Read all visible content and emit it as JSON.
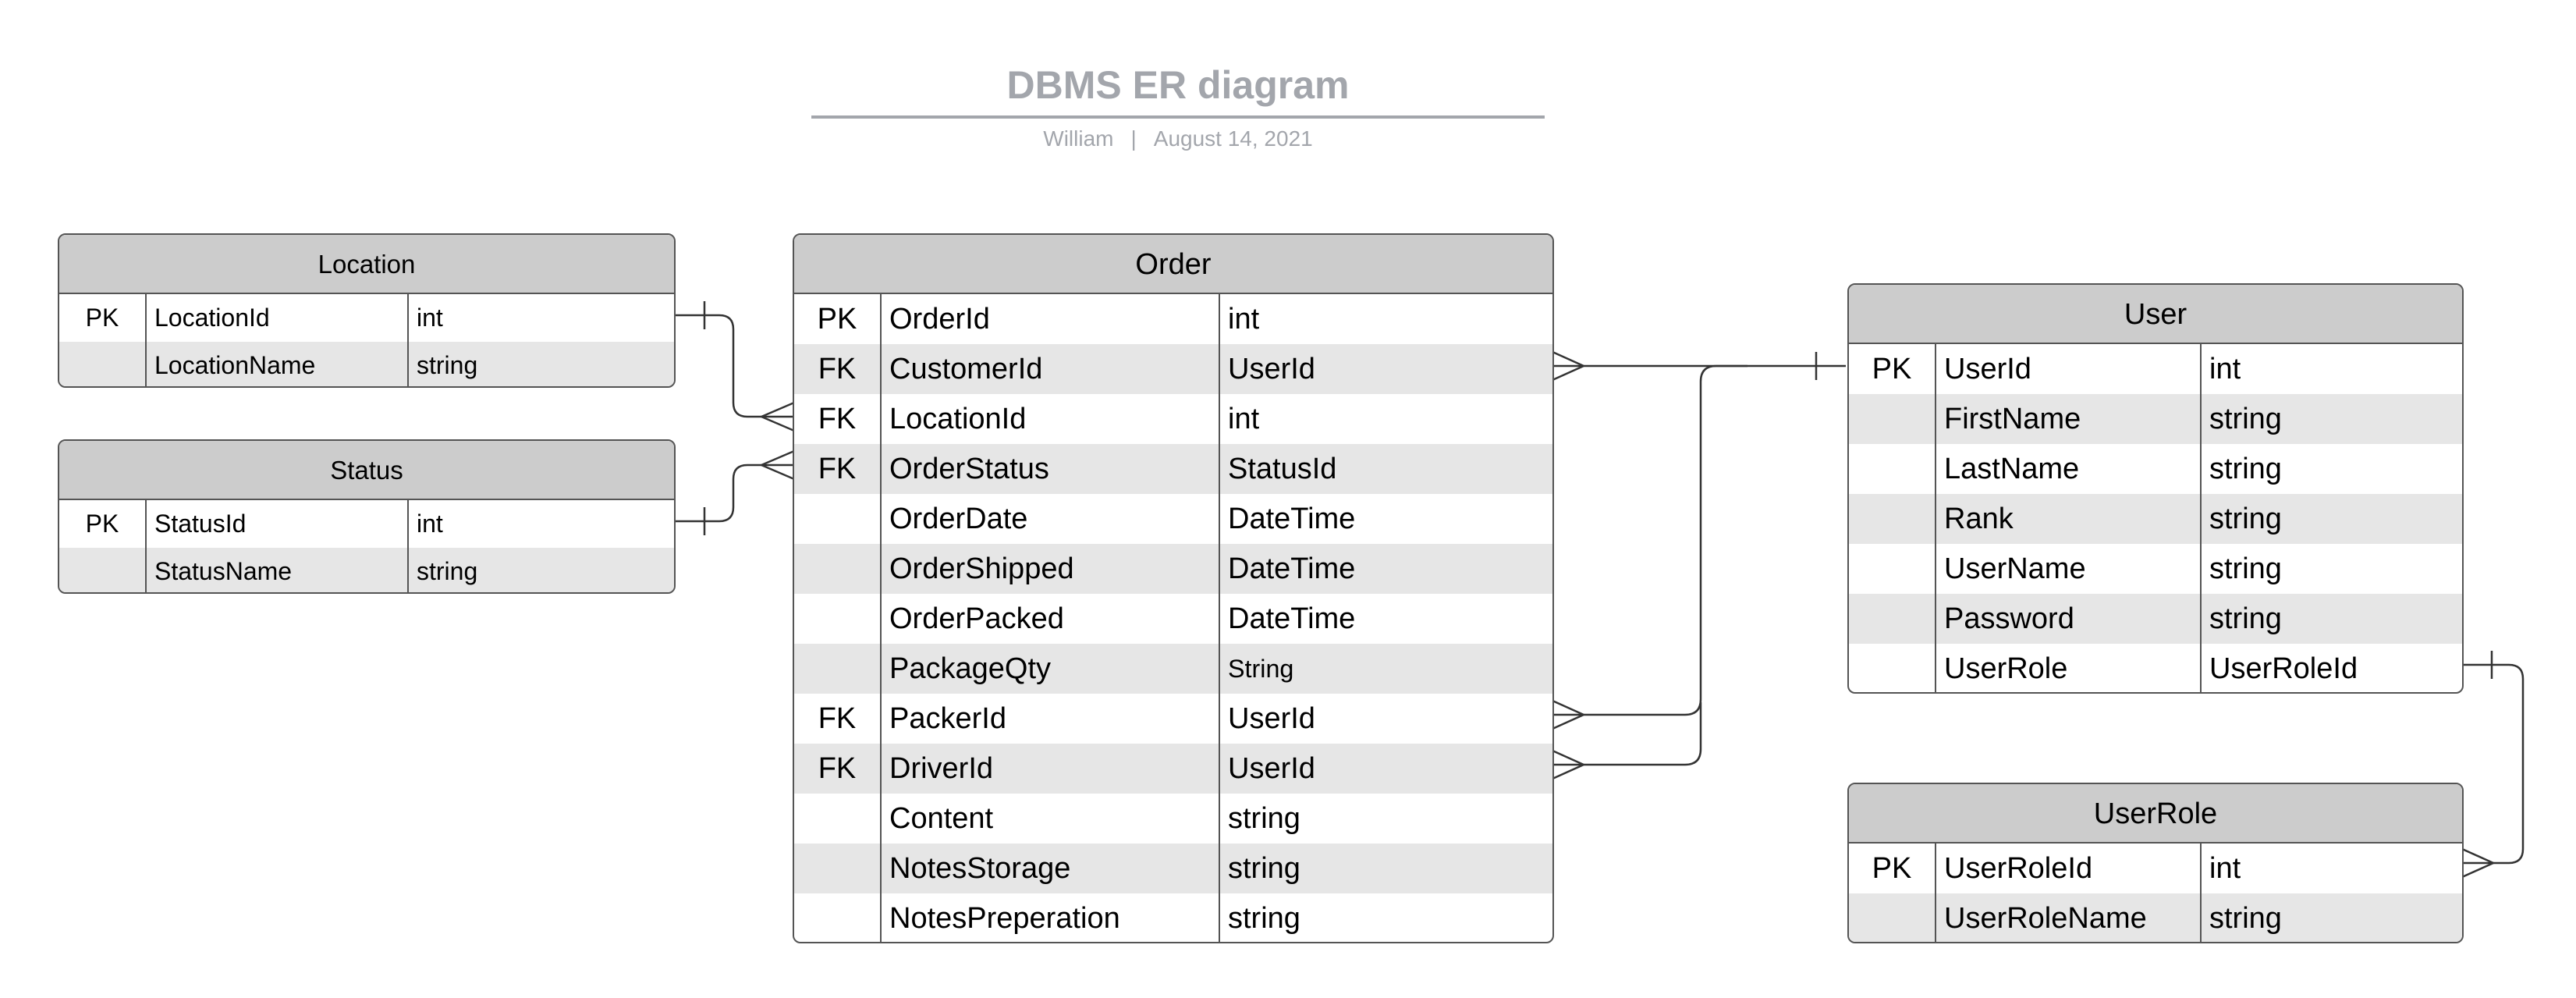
{
  "header": {
    "title": "DBMS ER diagram",
    "author": "William",
    "separator": "|",
    "date": "August 14, 2021"
  },
  "colors": {
    "title": "#a3a6ac",
    "header_fill": "#cccccc",
    "alt_row_fill": "#e6e6e6",
    "border": "#545454"
  },
  "entities": {
    "location": {
      "name": "Location",
      "rows": [
        {
          "key": "PK",
          "field": "LocationId",
          "type": "int"
        },
        {
          "key": "",
          "field": "LocationName",
          "type": "string"
        }
      ]
    },
    "status": {
      "name": "Status",
      "rows": [
        {
          "key": "PK",
          "field": "StatusId",
          "type": "int"
        },
        {
          "key": "",
          "field": "StatusName",
          "type": "string"
        }
      ]
    },
    "order": {
      "name": "Order",
      "rows": [
        {
          "key": "PK",
          "field": "OrderId",
          "type": "int"
        },
        {
          "key": "FK",
          "field": "CustomerId",
          "type": "UserId"
        },
        {
          "key": "FK",
          "field": "LocationId",
          "type": "int"
        },
        {
          "key": "FK",
          "field": "OrderStatus",
          "type": "StatusId"
        },
        {
          "key": "",
          "field": "OrderDate",
          "type": "DateTime"
        },
        {
          "key": "",
          "field": "OrderShipped",
          "type": "DateTime"
        },
        {
          "key": "",
          "field": "OrderPacked",
          "type": "DateTime"
        },
        {
          "key": "",
          "field": "PackageQty",
          "type": "String"
        },
        {
          "key": "FK",
          "field": "PackerId",
          "type": "UserId"
        },
        {
          "key": "FK",
          "field": "DriverId",
          "type": "UserId"
        },
        {
          "key": "",
          "field": "Content",
          "type": "string"
        },
        {
          "key": "",
          "field": "NotesStorage",
          "type": "string"
        },
        {
          "key": "",
          "field": "NotesPreperation",
          "type": "string"
        }
      ]
    },
    "user": {
      "name": "User",
      "rows": [
        {
          "key": "PK",
          "field": "UserId",
          "type": "int"
        },
        {
          "key": "",
          "field": "FirstName",
          "type": "string"
        },
        {
          "key": "",
          "field": "LastName",
          "type": "string"
        },
        {
          "key": "",
          "field": "Rank",
          "type": "string"
        },
        {
          "key": "",
          "field": "UserName",
          "type": "string"
        },
        {
          "key": "",
          "field": "Password",
          "type": "string"
        },
        {
          "key": "",
          "field": "UserRole",
          "type": "UserRoleId"
        }
      ]
    },
    "userrole": {
      "name": "UserRole",
      "rows": [
        {
          "key": "PK",
          "field": "UserRoleId",
          "type": "int"
        },
        {
          "key": "",
          "field": "UserRoleName",
          "type": "string"
        }
      ]
    }
  }
}
